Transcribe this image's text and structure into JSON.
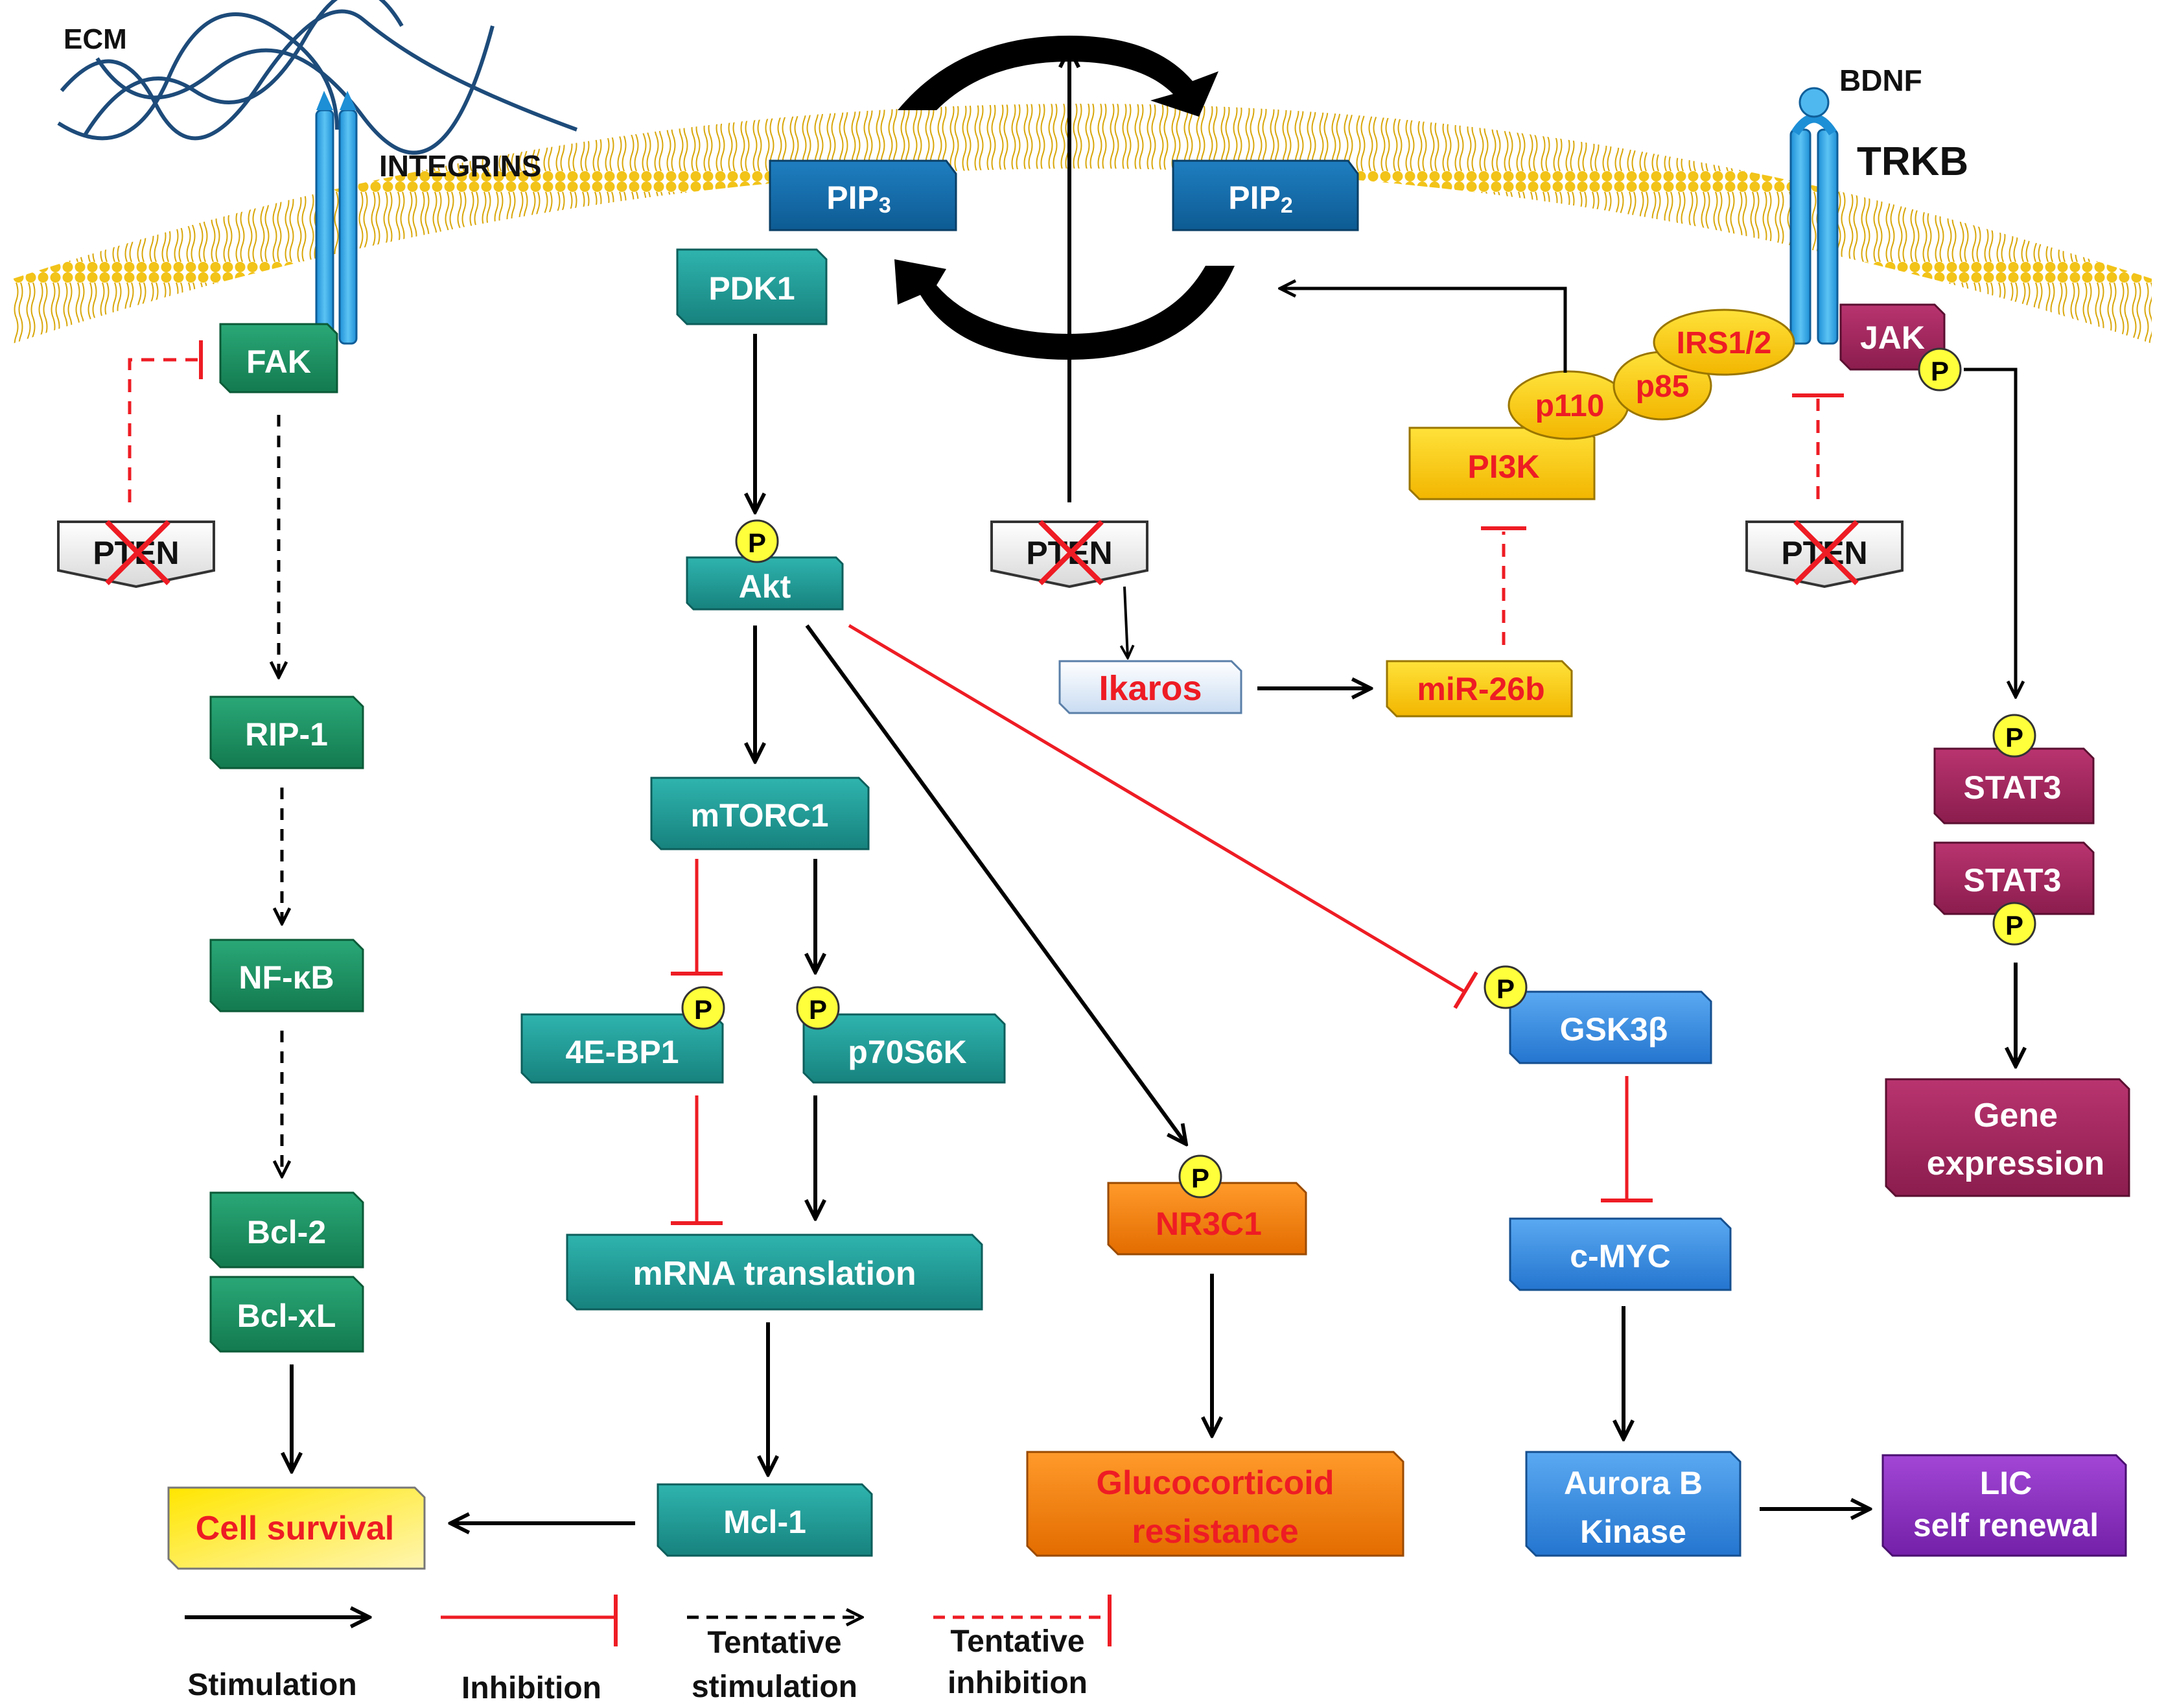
{
  "membrane": {
    "ecm": "ECM",
    "integrins": "INTEGRINS",
    "bdnf": "BDNF",
    "trkb": "TRKB",
    "pip3": "PIP",
    "pip3_sub": "3",
    "pip2": "PIP",
    "pip2_sub": "2"
  },
  "nodes": {
    "fak": "FAK",
    "pten": "PTEN",
    "rip1": "RIP-1",
    "nfkb": "NF-κB",
    "bcl2": "Bcl-2",
    "bclxl": "Bcl-xL",
    "cell_survival": "Cell survival",
    "pdk1": "PDK1",
    "akt": "Akt",
    "mtorc1": "mTORC1",
    "ebp1": "4E-BP1",
    "p70s6k": "p70S6K",
    "mrna": "mRNA translation",
    "mcl1": "Mcl-1",
    "nr3c1": "NR3C1",
    "gc_line1": "Glucocorticoid",
    "gc_line2": "resistance",
    "ikaros": "Ikaros",
    "mir26b": "miR-26b",
    "pi3k": "PI3K",
    "p110": "p110",
    "p85": "p85",
    "irs": "IRS1/2",
    "jak": "JAK",
    "gsk3b": "GSK3β",
    "cmyc": "c-MYC",
    "aurora_line1": "Aurora B",
    "aurora_line2": "Kinase",
    "lic_line1": "LIC",
    "lic_line2": "self renewal",
    "stat3": "STAT3",
    "gene_line1": "Gene",
    "gene_line2": "expression",
    "phospho": "P"
  },
  "legend": {
    "stimulation": "Stimulation",
    "inhibition": "Inhibition",
    "tentative_stim_1": "Tentative",
    "tentative_stim_2": "stimulation",
    "tentative_inh_1": "Tentative",
    "tentative_inh_2": "inhibition"
  },
  "colors": {
    "green": "#1a8a5c",
    "teal": "#1f9a96",
    "blue": "#3b8fe0",
    "maroon": "#a0245a",
    "orange": "#f07e12",
    "yellow": "#f5c400",
    "purple": "#8a2fc0",
    "red": "#ee1c24",
    "membrane": "#f2c318"
  }
}
